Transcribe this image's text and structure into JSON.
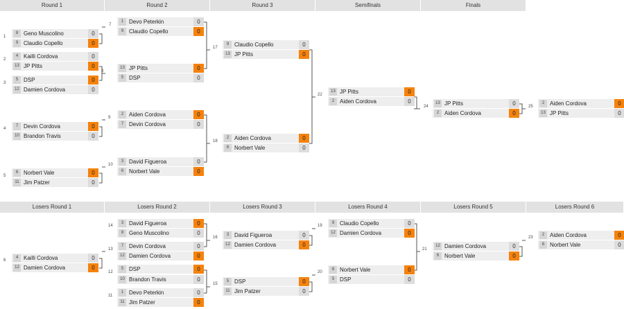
{
  "bracket": {
    "winners_rounds": [
      "Round 1",
      "Round 2",
      "Round 3",
      "Semifinals",
      "Finals"
    ],
    "losers_rounds": [
      "Losers Round 1",
      "Losers Round 2",
      "Losers Round 3",
      "Losers Round 4",
      "Losers Round 5",
      "Losers Round 6"
    ],
    "colors": {
      "win_score": "#f5820d",
      "slot": "#eeeeee",
      "header": "#e2e2e2",
      "line": "#555555"
    },
    "matches": [
      {
        "num": "1",
        "p": [
          {
            "seed": "8",
            "name": "Geno Muscolino",
            "score": "0",
            "win": false
          },
          {
            "seed": "9",
            "name": "Claudio Copello",
            "score": "0",
            "win": true
          }
        ]
      },
      {
        "num": "2",
        "p": [
          {
            "seed": "4",
            "name": "Kailli Cordova",
            "score": "0",
            "win": false
          },
          {
            "seed": "13",
            "name": "JP Pitts",
            "score": "0",
            "win": true
          }
        ]
      },
      {
        "num": "3",
        "p": [
          {
            "seed": "5",
            "name": "DSP",
            "score": "0",
            "win": true
          },
          {
            "seed": "12",
            "name": "Damien Cordova",
            "score": "0",
            "win": false
          }
        ]
      },
      {
        "num": "4",
        "p": [
          {
            "seed": "7",
            "name": "Devin Cordova",
            "score": "0",
            "win": true
          },
          {
            "seed": "10",
            "name": "Brandon Travis",
            "score": "0",
            "win": false
          }
        ]
      },
      {
        "num": "5",
        "p": [
          {
            "seed": "6",
            "name": "Norbert Vale",
            "score": "0",
            "win": true
          },
          {
            "seed": "11",
            "name": "Jim Patzer",
            "score": "0",
            "win": false
          }
        ]
      },
      {
        "num": "7",
        "p": [
          {
            "seed": "1",
            "name": "Devo Peterkin",
            "score": "0",
            "win": false
          },
          {
            "seed": "9",
            "name": "Claudio Copello",
            "score": "0",
            "win": true
          }
        ]
      },
      {
        "num": "8",
        "p": [
          {
            "seed": "13",
            "name": "JP Pitts",
            "score": "0",
            "win": true
          },
          {
            "seed": "5",
            "name": "DSP",
            "score": "0",
            "win": false
          }
        ]
      },
      {
        "num": "9",
        "p": [
          {
            "seed": "2",
            "name": "Aiden Cordova",
            "score": "0",
            "win": true
          },
          {
            "seed": "7",
            "name": "Devin Cordova",
            "score": "0",
            "win": false
          }
        ]
      },
      {
        "num": "10",
        "p": [
          {
            "seed": "3",
            "name": "David Figueroa",
            "score": "0",
            "win": false
          },
          {
            "seed": "6",
            "name": "Norbert Vale",
            "score": "0",
            "win": true
          }
        ]
      },
      {
        "num": "17",
        "p": [
          {
            "seed": "9",
            "name": "Claudio Copello",
            "score": "0",
            "win": false
          },
          {
            "seed": "13",
            "name": "JP Pitts",
            "score": "0",
            "win": true
          }
        ]
      },
      {
        "num": "18",
        "p": [
          {
            "seed": "2",
            "name": "Aiden Cordova",
            "score": "0",
            "win": true
          },
          {
            "seed": "6",
            "name": "Norbert Vale",
            "score": "0",
            "win": false
          }
        ]
      },
      {
        "num": "22",
        "p": [
          {
            "seed": "13",
            "name": "JP Pitts",
            "score": "0",
            "win": true
          },
          {
            "seed": "2",
            "name": "Aiden Cordova",
            "score": "0",
            "win": false
          }
        ]
      },
      {
        "num": "24",
        "p": [
          {
            "seed": "13",
            "name": "JP Pitts",
            "score": "0",
            "win": false
          },
          {
            "seed": "2",
            "name": "Aiden Cordova",
            "score": "0",
            "win": true
          }
        ]
      },
      {
        "num": "25",
        "p": [
          {
            "seed": "2",
            "name": "Aiden Cordova",
            "score": "0",
            "win": true
          },
          {
            "seed": "13",
            "name": "JP Pitts",
            "score": "0",
            "win": false
          }
        ]
      },
      {
        "num": "6",
        "p": [
          {
            "seed": "4",
            "name": "Kailli Cordova",
            "score": "0",
            "win": false
          },
          {
            "seed": "12",
            "name": "Damien Cordova",
            "score": "0",
            "win": true
          }
        ]
      },
      {
        "num": "14",
        "p": [
          {
            "seed": "3",
            "name": "David Figueroa",
            "score": "0",
            "win": true
          },
          {
            "seed": "8",
            "name": "Geno Muscolino",
            "score": "0",
            "win": false
          }
        ]
      },
      {
        "num": "13",
        "p": [
          {
            "seed": "7",
            "name": "Devin Cordova",
            "score": "0",
            "win": false
          },
          {
            "seed": "12",
            "name": "Damien Cordova",
            "score": "0",
            "win": true
          }
        ]
      },
      {
        "num": "12",
        "p": [
          {
            "seed": "5",
            "name": "DSP",
            "score": "0",
            "win": true
          },
          {
            "seed": "10",
            "name": "Brandon Travis",
            "score": "0",
            "win": false
          }
        ]
      },
      {
        "num": "11",
        "p": [
          {
            "seed": "1",
            "name": "Devo Peterkin",
            "score": "0",
            "win": false
          },
          {
            "seed": "11",
            "name": "Jim Patzer",
            "score": "0",
            "win": true
          }
        ]
      },
      {
        "num": "16",
        "p": [
          {
            "seed": "3",
            "name": "David Figueroa",
            "score": "0",
            "win": false
          },
          {
            "seed": "12",
            "name": "Damien Cordova",
            "score": "0",
            "win": true
          }
        ]
      },
      {
        "num": "15",
        "p": [
          {
            "seed": "5",
            "name": "DSP",
            "score": "0",
            "win": true
          },
          {
            "seed": "11",
            "name": "Jim Patzer",
            "score": "0",
            "win": false
          }
        ]
      },
      {
        "num": "19",
        "p": [
          {
            "seed": "9",
            "name": "Claudio Copello",
            "score": "0",
            "win": false
          },
          {
            "seed": "12",
            "name": "Damien Cordova",
            "score": "0",
            "win": true
          }
        ]
      },
      {
        "num": "20",
        "p": [
          {
            "seed": "6",
            "name": "Norbert Vale",
            "score": "0",
            "win": true
          },
          {
            "seed": "5",
            "name": "DSP",
            "score": "0",
            "win": false
          }
        ]
      },
      {
        "num": "21",
        "p": [
          {
            "seed": "12",
            "name": "Damien Cordova",
            "score": "0",
            "win": false
          },
          {
            "seed": "6",
            "name": "Norbert Vale",
            "score": "0",
            "win": true
          }
        ]
      },
      {
        "num": "23",
        "p": [
          {
            "seed": "2",
            "name": "Aiden Cordova",
            "score": "0",
            "win": true
          },
          {
            "seed": "6",
            "name": "Norbert Vale",
            "score": "0",
            "win": false
          }
        ]
      }
    ]
  }
}
